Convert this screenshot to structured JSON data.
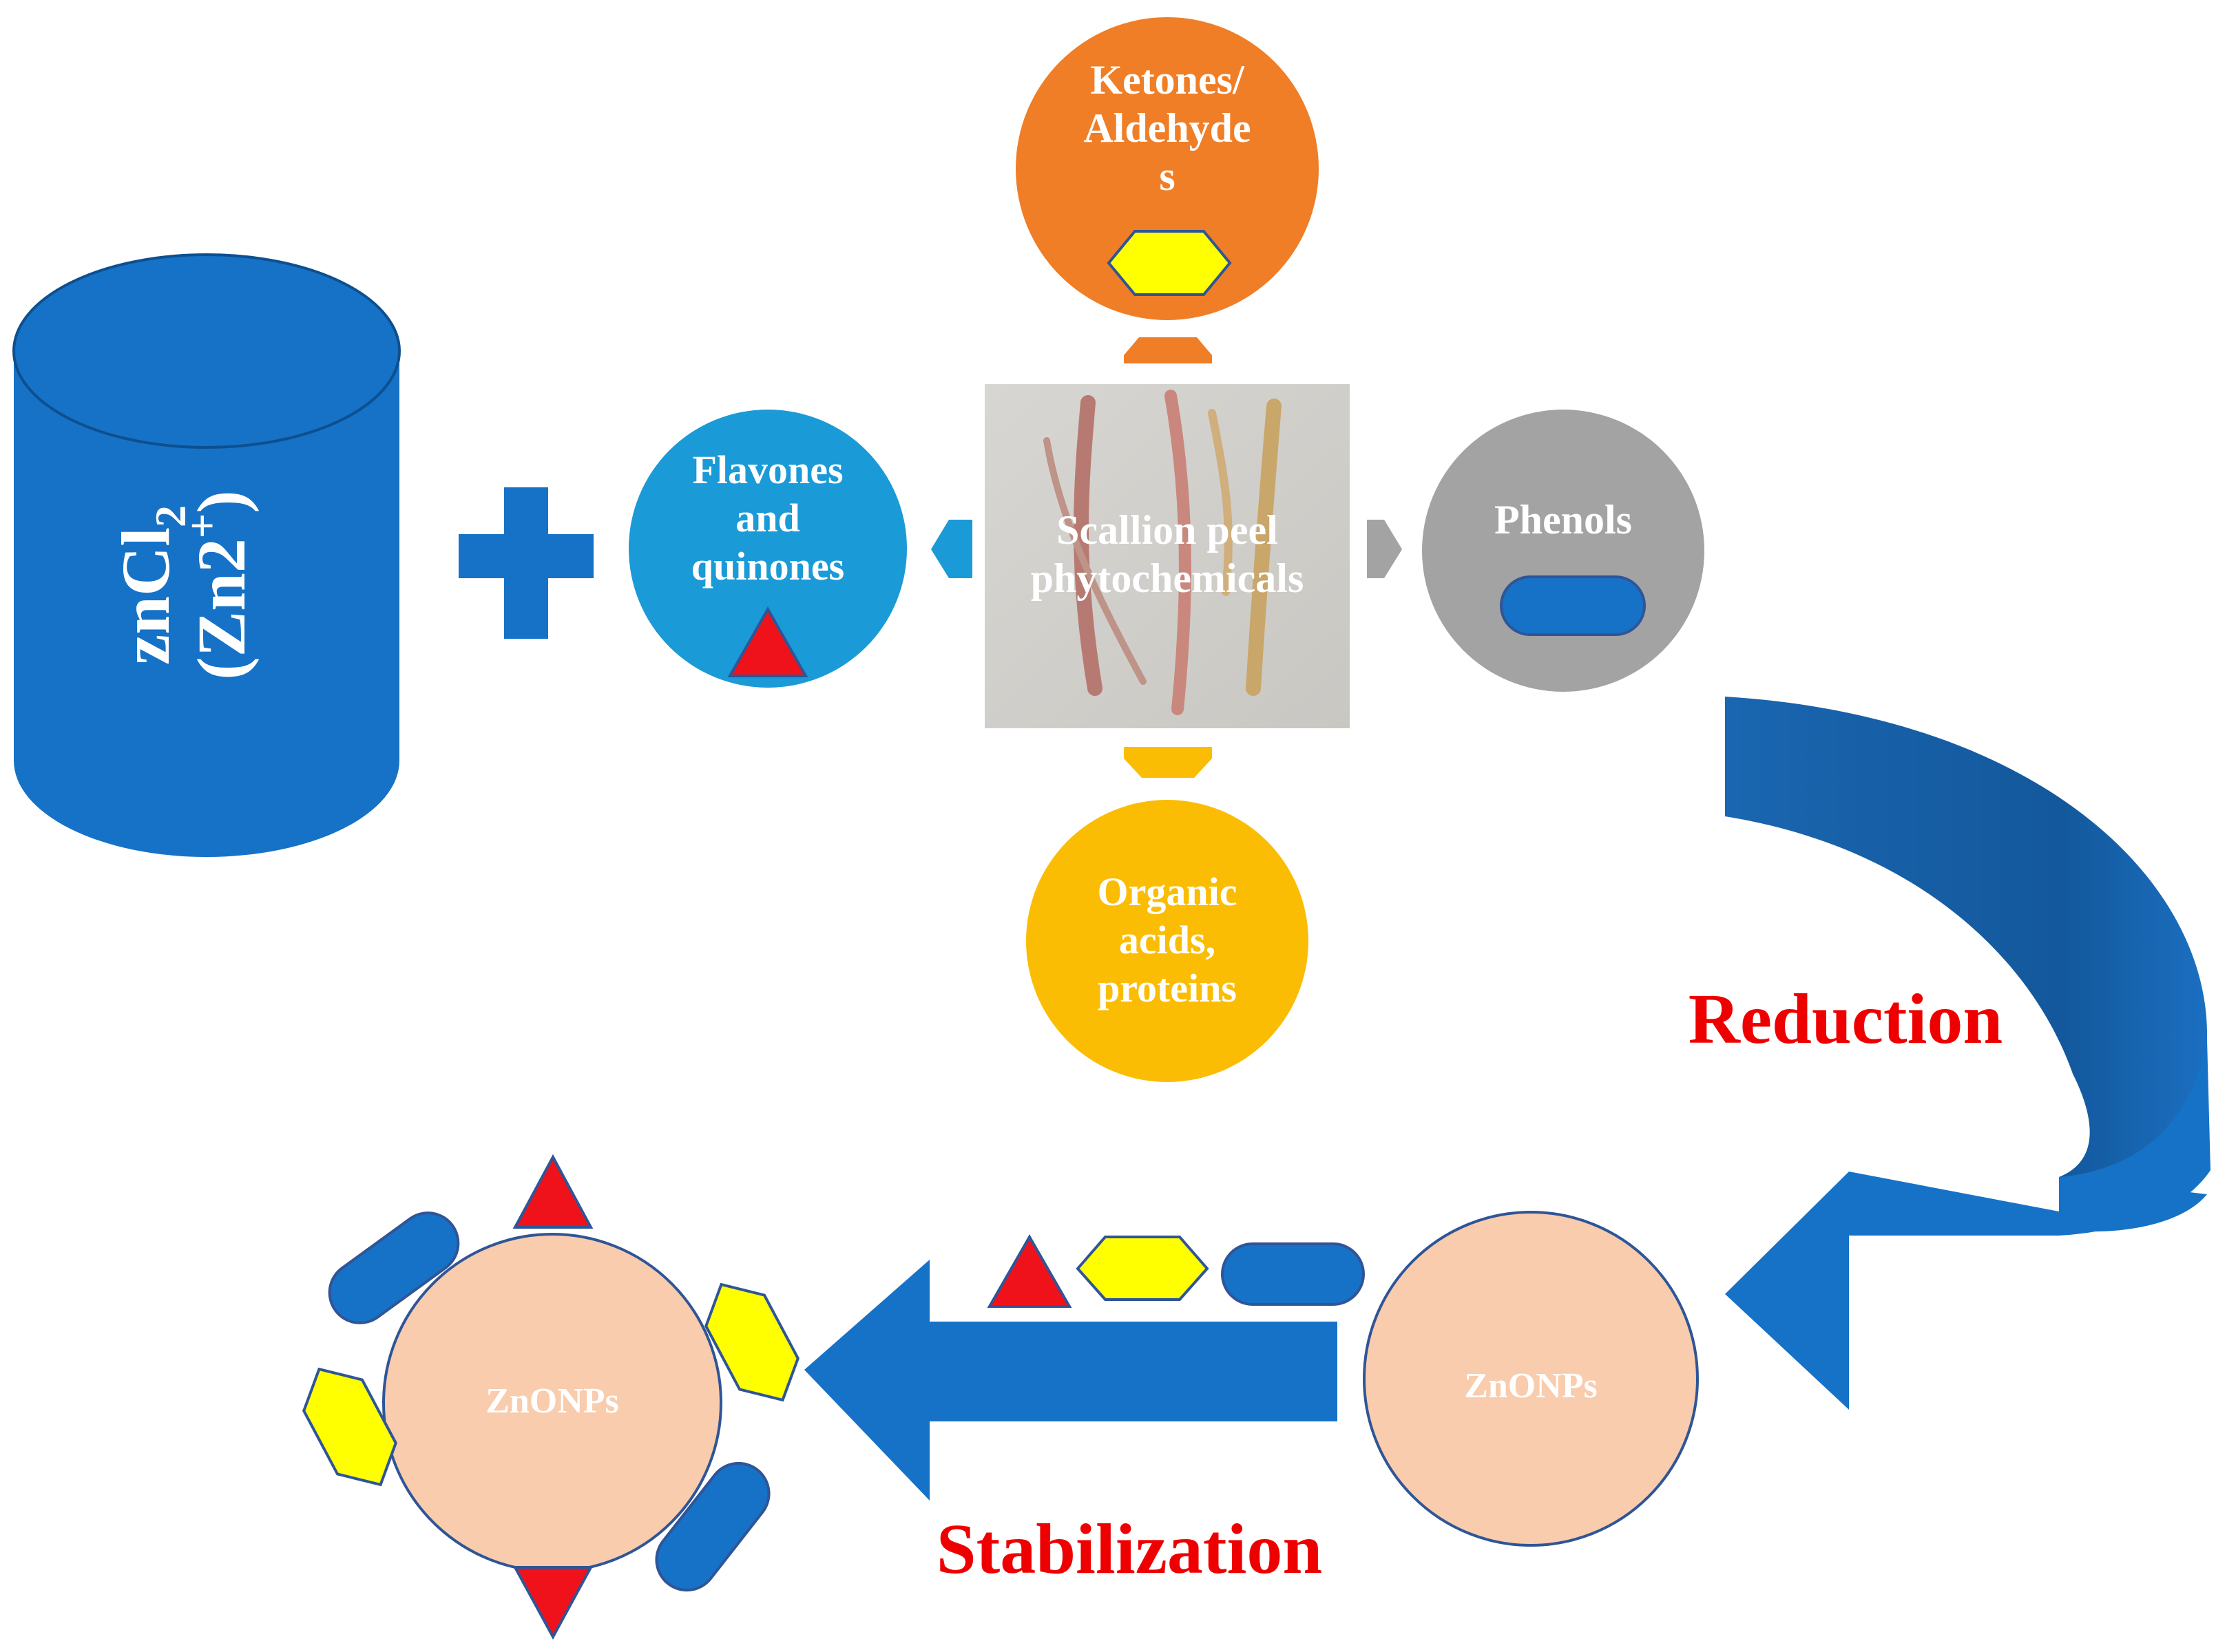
{
  "colors": {
    "blue": "#1572C7",
    "blue_dark": "#1A66B0",
    "sky_blue": "#1A9AD7",
    "orange": "#F07E26",
    "amber": "#FBBD04",
    "gray": "#A3A3A3",
    "peach": "#F8CCAD",
    "red": "#F0121A",
    "yellow": "#FFFF00",
    "white": "#FFFFFF",
    "label_red": "#EE0000"
  },
  "cylinder": {
    "formula_main": "znCl",
    "formula_sub": "2",
    "ion_open": "(Zn2",
    "ion_sup": "+",
    "ion_close": ")"
  },
  "center": {
    "line1": "Scallion peel",
    "line2": "phytochemicals",
    "image_name": "scallion-peel-photo"
  },
  "top_node": {
    "line1": "Ketones/",
    "line2": "Aldehyde",
    "line3": "s",
    "icon": "hexagon"
  },
  "left_node": {
    "line1": "Flavones",
    "line2": "and",
    "line3": "quinones",
    "icon": "triangle"
  },
  "right_node": {
    "line1": "Phenols",
    "icon": "pill"
  },
  "bottom_node": {
    "line1": "Organic",
    "line2": "acids,",
    "line3": "proteins"
  },
  "zno_right": {
    "label": "ZnONPs"
  },
  "zno_left": {
    "label": "ZnONPs"
  },
  "labels": {
    "reduction": "Reduction",
    "stabilization": "Stabilization"
  },
  "plus_symbol": "plus-icon"
}
